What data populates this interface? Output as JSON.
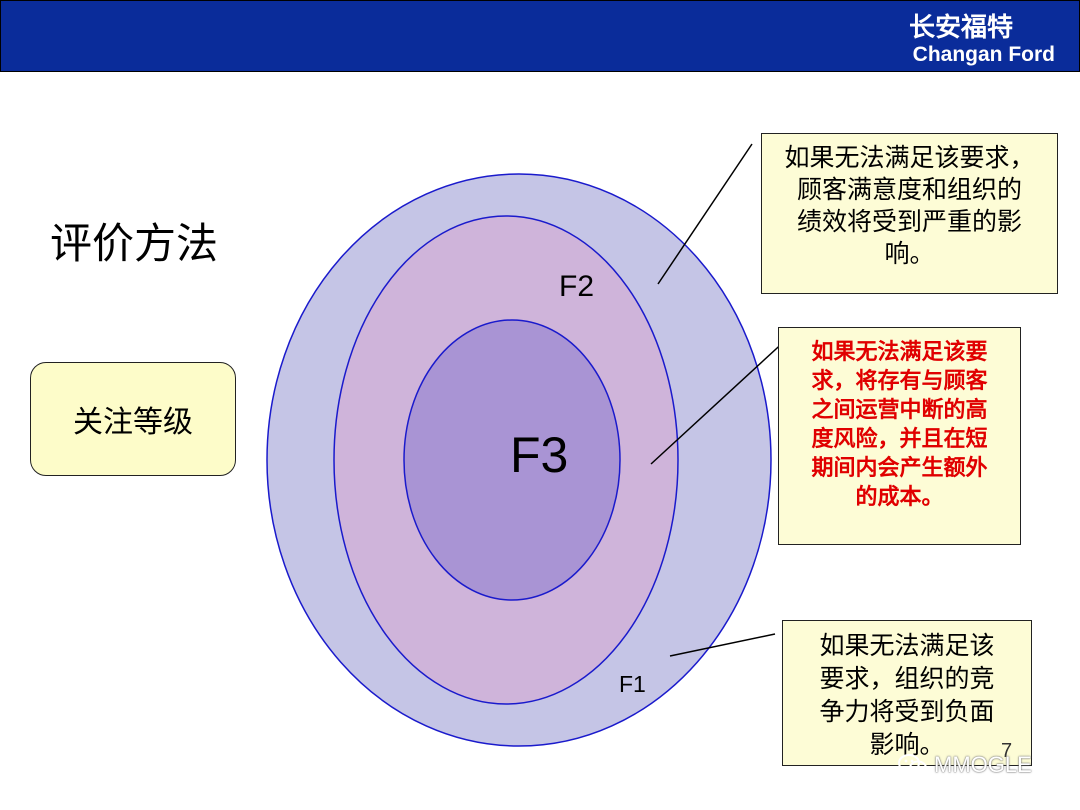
{
  "header": {
    "brand_cn": "长安福特",
    "brand_en": "Changan Ford",
    "bg_color": "#0a2c9a"
  },
  "title": "评价方法",
  "level_box": {
    "label": "关注等级"
  },
  "rings": {
    "outer_label": "F1",
    "middle_label": "F2",
    "inner_label": "F3",
    "outer_color": "#c5c5e6",
    "middle_color": "#cfb4da",
    "inner_color": "#a994d4"
  },
  "notes": {
    "f2_note": [
      "如果无法满足该要求，",
      "顾客满意度和组织的",
      "绩效将受到严重的影",
      "响。"
    ],
    "f3_note": [
      "如果无法满足该要",
      "求，将存有与顾客",
      "之间运营中断的高",
      "度风险，并且在短",
      "期间内会产生额外",
      "的成本。"
    ],
    "f1_note": [
      "如果无法满足该",
      "要求，组织的竞",
      "争力将受到负面",
      "影响。"
    ]
  },
  "page_number": "7",
  "watermark": {
    "icon": "wechat-icon",
    "text": "MMOGLE"
  }
}
